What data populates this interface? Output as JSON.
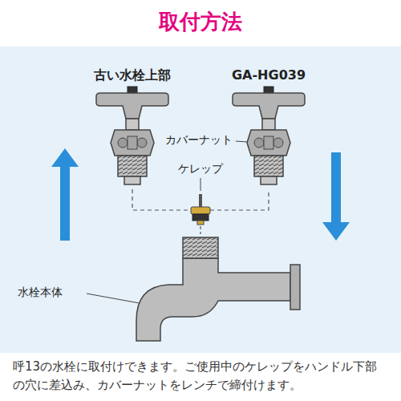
{
  "diagram": {
    "title": "取付方法",
    "caption": "呼13の水栓に取付けできます。ご使用中のケレップをハンドル下部の穴に差込み、カバーナットをレンチで締付けます。",
    "labels": [
      "古い水栓上部",
      "GA-HG039",
      "カバーナット",
      "ケレップ",
      "水栓本体"
    ]
  }
}
